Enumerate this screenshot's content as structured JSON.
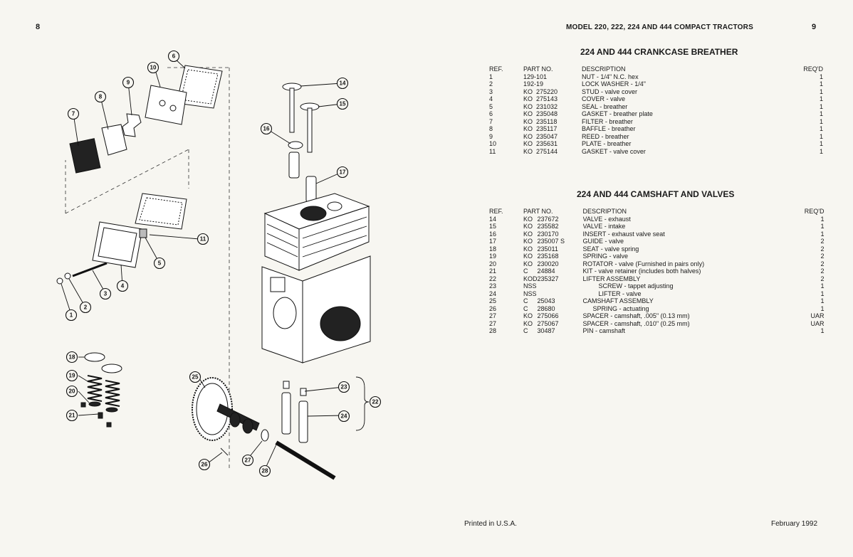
{
  "page": {
    "left_page_number": "8",
    "right_page_number": "9",
    "header_title": "MODEL 220, 222, 224 AND 444 COMPACT TRACTORS",
    "footer_left": "Printed in U.S.A.",
    "footer_right": "February 1992"
  },
  "columns": {
    "ref": "REF.",
    "part_no": "PART NO.",
    "description": "DESCRIPTION",
    "reqd": "REQ'D"
  },
  "sections": [
    {
      "title": "224 AND 444 CRANKCASE BREATHER",
      "rows": [
        {
          "ref": "1",
          "prefix": "129-",
          "part": "101",
          "desc": "NUT - 1/4\" N.C. hex",
          "qty": "1",
          "indent": 0
        },
        {
          "ref": "2",
          "prefix": "192-",
          "part": "19",
          "desc": "LOCK WASHER - 1/4\"",
          "qty": "1",
          "indent": 0
        },
        {
          "ref": "3",
          "prefix": "KO",
          "part": "275220",
          "desc": "STUD - valve cover",
          "qty": "1",
          "indent": 0
        },
        {
          "ref": "4",
          "prefix": "KO",
          "part": "275143",
          "desc": "COVER - valve",
          "qty": "1",
          "indent": 0
        },
        {
          "ref": "5",
          "prefix": "KO",
          "part": "231032",
          "desc": "SEAL - breather",
          "qty": "1",
          "indent": 0
        },
        {
          "ref": "6",
          "prefix": "KO",
          "part": "235048",
          "desc": "GASKET - breather plate",
          "qty": "1",
          "indent": 0
        },
        {
          "ref": "7",
          "prefix": "KO",
          "part": "235118",
          "desc": "FILTER - breather",
          "qty": "1",
          "indent": 0
        },
        {
          "ref": "8",
          "prefix": "KO",
          "part": "235117",
          "desc": "BAFFLE - breather",
          "qty": "1",
          "indent": 0
        },
        {
          "ref": "9",
          "prefix": "KO",
          "part": "235047",
          "desc": "REED - breather",
          "qty": "1",
          "indent": 0
        },
        {
          "ref": "10",
          "prefix": "KO",
          "part": "235631",
          "desc": "PLATE - breather",
          "qty": "1",
          "indent": 0
        },
        {
          "ref": "11",
          "prefix": "KO",
          "part": "275144",
          "desc": "GASKET - valve cover",
          "qty": "1",
          "indent": 0
        }
      ]
    },
    {
      "title": "224 AND 444 CAMSHAFT AND VALVES",
      "rows": [
        {
          "ref": "14",
          "prefix": "KO",
          "part": "237672",
          "desc": "VALVE - exhaust",
          "qty": "1",
          "indent": 0
        },
        {
          "ref": "15",
          "prefix": "KO",
          "part": "235582",
          "desc": "VALVE - intake",
          "qty": "1",
          "indent": 0
        },
        {
          "ref": "16",
          "prefix": "KO",
          "part": "230170",
          "desc": "INSERT - exhaust valve seat",
          "qty": "1",
          "indent": 0
        },
        {
          "ref": "17",
          "prefix": "KO",
          "part": "235007 S",
          "desc": "GUIDE - valve",
          "qty": "2",
          "indent": 0
        },
        {
          "ref": "18",
          "prefix": "KO",
          "part": "235011",
          "desc": "SEAT - valve spring",
          "qty": "2",
          "indent": 0
        },
        {
          "ref": "19",
          "prefix": "KO",
          "part": "235168",
          "desc": "SPRING - valve",
          "qty": "2",
          "indent": 0
        },
        {
          "ref": "20",
          "prefix": "KO",
          "part": "230020",
          "desc": "ROTATOR - valve (Furnished in pairs only)",
          "qty": "2",
          "indent": 0
        },
        {
          "ref": "21",
          "prefix": "C",
          "part": "24884",
          "desc": "KIT - valve retainer (includes both halves)",
          "qty": "2",
          "indent": 0
        },
        {
          "ref": "22",
          "prefix": "KOD",
          "part": "235327",
          "desc": "LIFTER ASSEMBLY",
          "qty": "2",
          "indent": 0
        },
        {
          "ref": "23",
          "prefix": "NSS",
          "part": "",
          "desc": "SCREW - tappet adjusting",
          "qty": "1",
          "indent": 2
        },
        {
          "ref": "24",
          "prefix": "NSS",
          "part": "",
          "desc": "LIFTER - valve",
          "qty": "1",
          "indent": 2
        },
        {
          "ref": "25",
          "prefix": "C",
          "part": "25043",
          "desc": "CAMSHAFT ASSEMBLY",
          "qty": "1",
          "indent": 0
        },
        {
          "ref": "26",
          "prefix": "C",
          "part": "28680",
          "desc": "SPRING - actuating",
          "qty": "1",
          "indent": 1
        },
        {
          "ref": "27",
          "prefix": "KO",
          "part": "275066",
          "desc": "SPACER - camshaft, .005\" (0.13 mm)",
          "qty": "UAR",
          "indent": 0
        },
        {
          "ref": "27",
          "prefix": "KO",
          "part": "275067",
          "desc": "SPACER - camshaft, .010\" (0.25 mm)",
          "qty": "UAR",
          "indent": 0
        },
        {
          "ref": "28",
          "prefix": "C",
          "part": "30487",
          "desc": "PIN - camshaft",
          "qty": "1",
          "indent": 0
        }
      ]
    }
  ],
  "diagram": {
    "callouts": [
      "1",
      "2",
      "3",
      "4",
      "5",
      "6",
      "7",
      "8",
      "9",
      "10",
      "11",
      "14",
      "15",
      "16",
      "17",
      "18",
      "19",
      "20",
      "21",
      "22",
      "23",
      "24",
      "25",
      "26",
      "27",
      "28"
    ]
  }
}
